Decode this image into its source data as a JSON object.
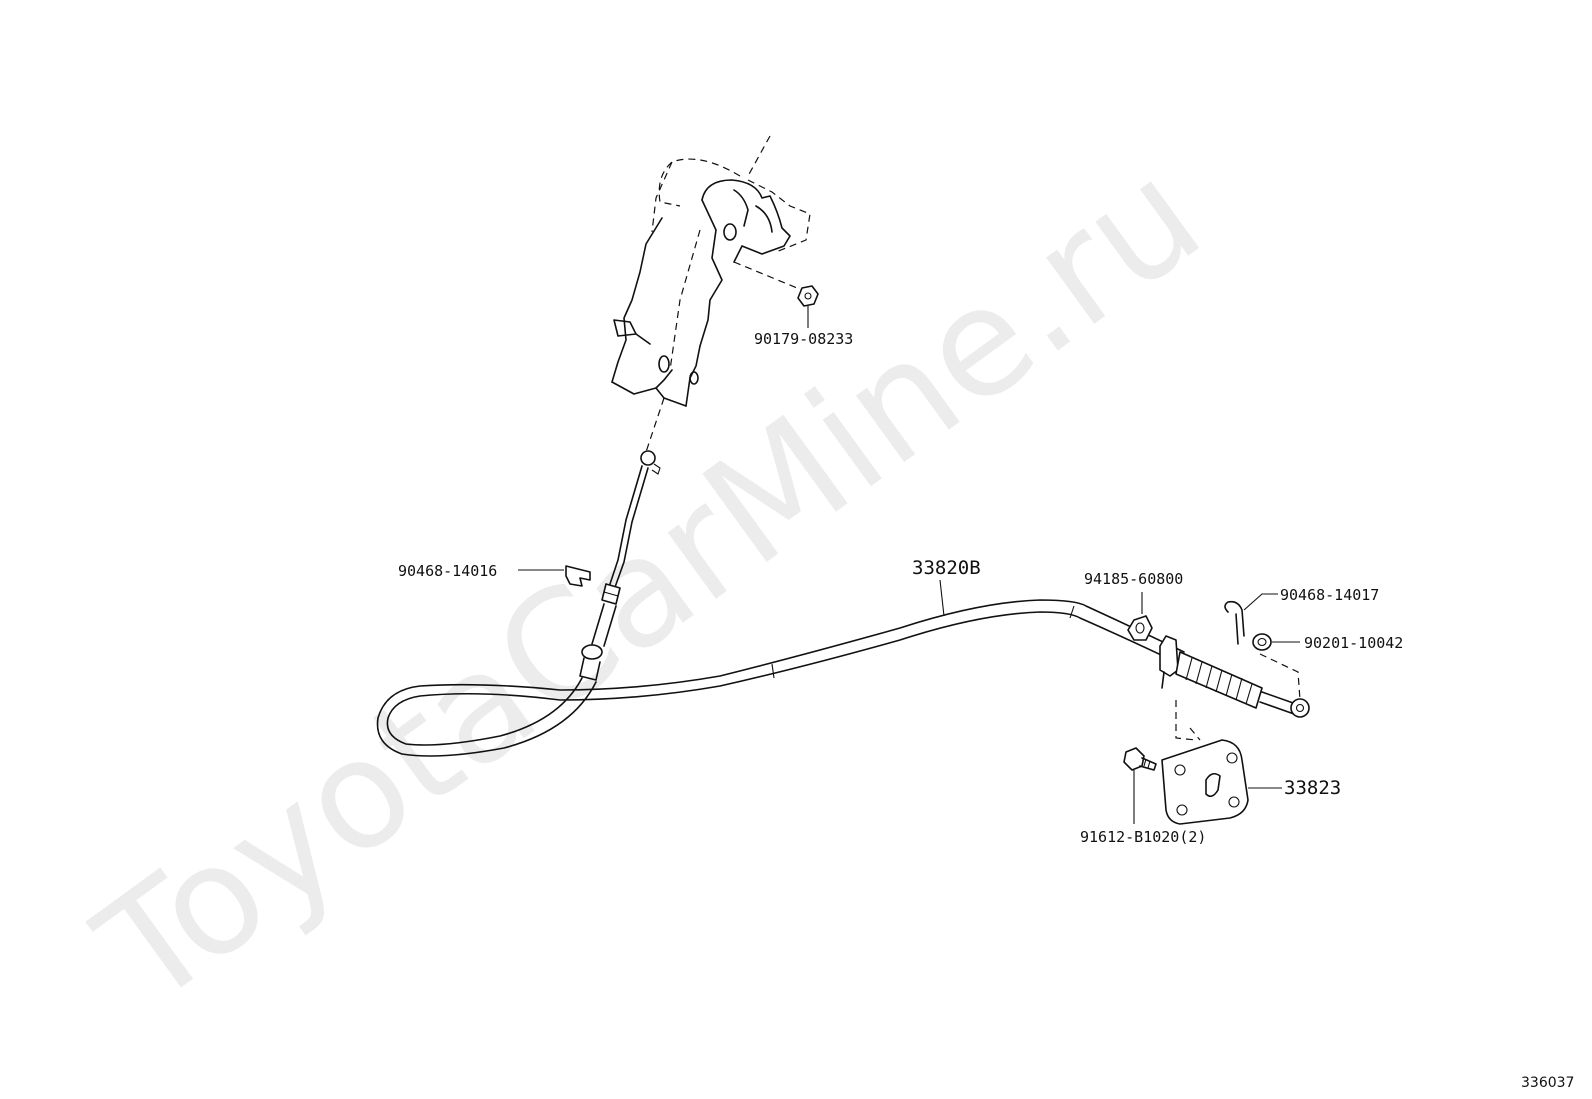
{
  "watermark": "ToyotaCarMine.ru",
  "figure_id": "336037",
  "labels": {
    "nut_top": "90179-08233",
    "clip_left": "90468-14016",
    "cable": "33820B",
    "bushing": "94185-60800",
    "clip_right": "90468-14017",
    "washer": "90201-10042",
    "bracket": "33823",
    "bolt": "91612-B1020(2)"
  }
}
